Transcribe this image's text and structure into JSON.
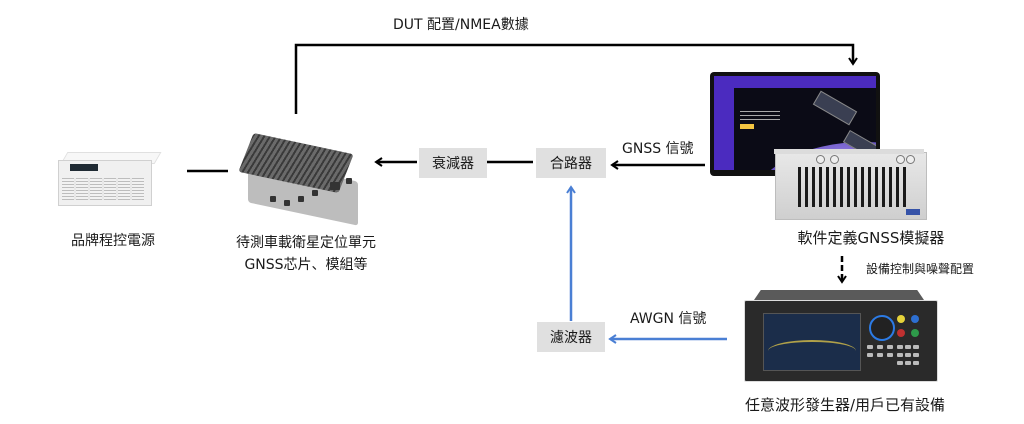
{
  "diagram": {
    "title_link_label": "DUT 配置/NMEA數據",
    "nodes": {
      "power_supply": {
        "caption": "品牌程控電源"
      },
      "dut": {
        "caption_line1": "待測車載衛星定位單元",
        "caption_line2": "GNSS芯片、模組等"
      },
      "attenuator": {
        "label": "衰減器"
      },
      "combiner": {
        "label": "合路器"
      },
      "filter": {
        "label": "濾波器"
      },
      "gnss_simulator": {
        "caption": "軟件定義GNSS模擬器"
      },
      "awg": {
        "caption": "任意波形發生器/用戶已有設備"
      }
    },
    "edges": {
      "gnss_signal": "GNSS 信號",
      "awgn_signal": "AWGN 信號",
      "device_control": "設備控制與噪聲配置"
    },
    "colors": {
      "line_black": "#000000",
      "line_blue": "#4a7fd4",
      "box_fill": "#e0e0e0"
    }
  }
}
